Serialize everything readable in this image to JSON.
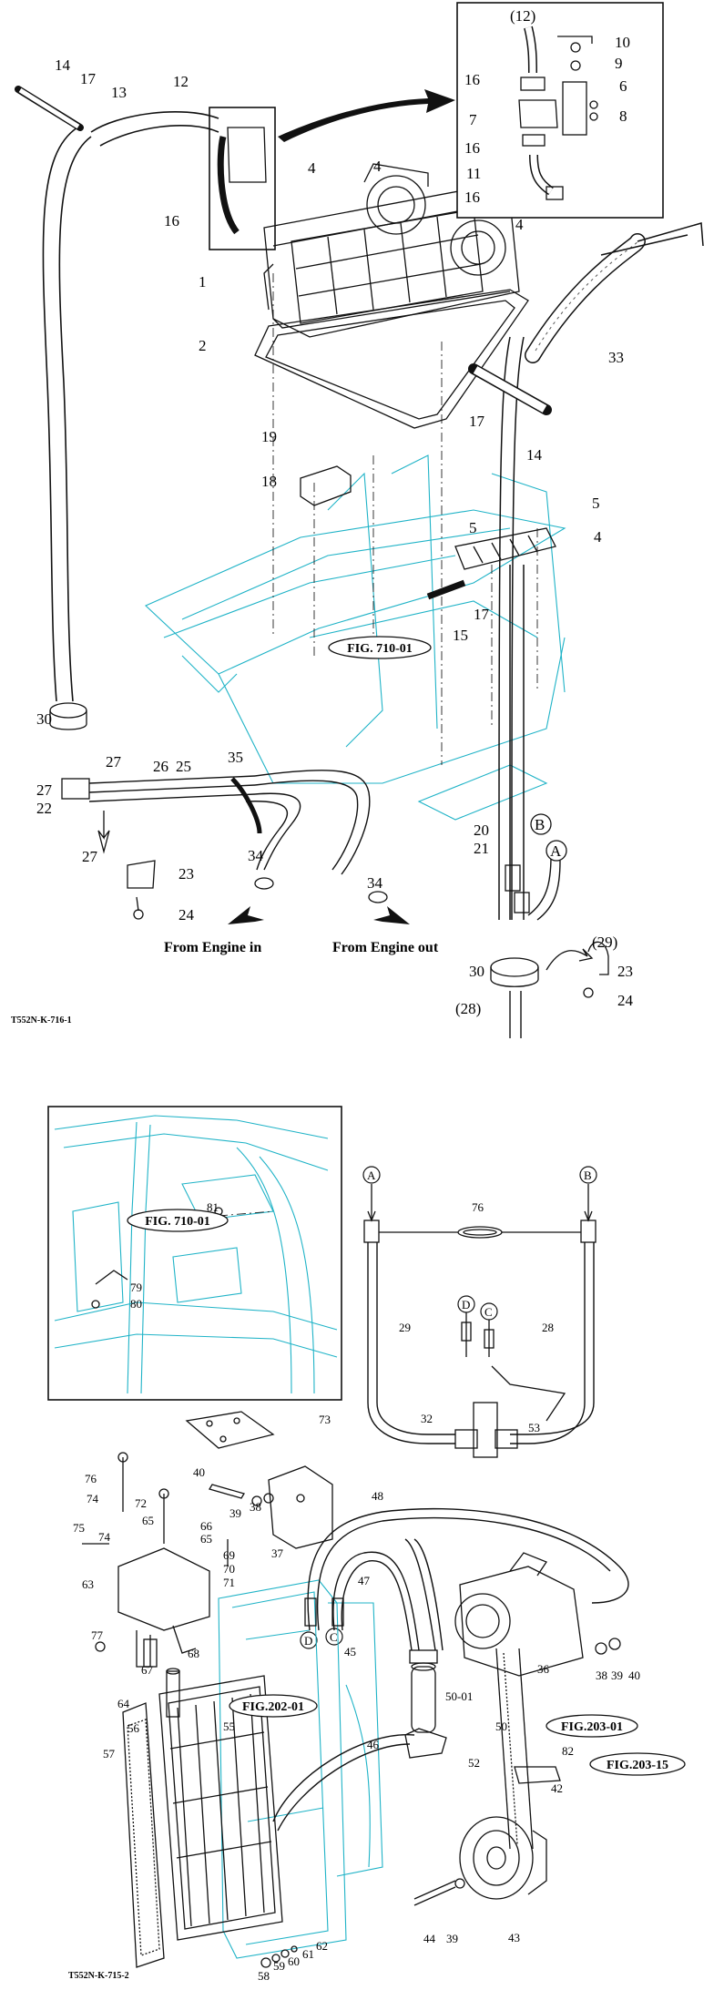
{
  "diagrams": {
    "top": {
      "code": "T552N-K-716-1",
      "figure_ref": "FIG. 710-01",
      "captions": {
        "engine_in": "From Engine in",
        "engine_out": "From Engine out"
      },
      "labels": {
        "n1": "1",
        "n2": "2",
        "n4a": "4",
        "n4b": "4",
        "n4c": "4",
        "n4d": "4",
        "n5a": "5",
        "n5b": "5",
        "n12": "12",
        "n13": "13",
        "n14a": "14",
        "n14b": "14",
        "n15": "15",
        "n16": "16",
        "n17a": "17",
        "n17b": "17",
        "n17c": "17",
        "n18": "18",
        "n19": "19",
        "n20": "20",
        "n21": "21",
        "n22": "22",
        "n23a": "23",
        "n23b": "23",
        "n24a": "24",
        "n24b": "24",
        "n25": "25",
        "n26": "26",
        "n27a": "27",
        "n27b": "27",
        "n27c": "27",
        "n28": "(28)",
        "n29": "(29)",
        "n30a": "30",
        "n30b": "30",
        "n33": "33",
        "n34a": "34",
        "n34b": "34",
        "n35": "35",
        "connA": "A",
        "connB": "B"
      },
      "inset": {
        "n12": "(12)",
        "n10": "10",
        "n9": "9",
        "n6": "6",
        "n8": "8",
        "n7": "7",
        "n16a": "16",
        "n16b": "16",
        "n16c": "16",
        "n11": "11"
      }
    },
    "bottom": {
      "code": "T552N-K-715-2",
      "figure_refs": {
        "f710": "FIG. 710-01",
        "f202": "FIG.202-01",
        "f203a": "FIG.203-01",
        "f203b": "FIG.203-15"
      },
      "inset": {
        "n81": "81",
        "n79": "79",
        "n80": "80"
      },
      "labels": {
        "cA": "A",
        "cB": "B",
        "cC1": "C",
        "cD1": "D",
        "cC2": "C",
        "cD2": "D",
        "n28": "28",
        "n29": "29",
        "n32": "32",
        "n53": "53",
        "n76a": "76",
        "n73": "73",
        "n40a": "40",
        "n39a": "39",
        "n38a": "38",
        "n37": "37",
        "n48": "48",
        "n47": "47",
        "n45": "45",
        "n76b": "76",
        "n74a": "74",
        "n72": "72",
        "n75": "75",
        "n74b": "74",
        "n65a": "65",
        "n66": "66",
        "n65b": "65",
        "n63": "63",
        "n69": "69",
        "n70": "70",
        "n71": "71",
        "n77": "77",
        "n67": "67",
        "n68": "68",
        "n64": "64",
        "n36": "36",
        "n38b": "38",
        "n39b": "39",
        "n40b": "40",
        "n50_01": "50-01",
        "n50": "50",
        "n82": "82",
        "n42": "42",
        "n46": "46",
        "n52": "52",
        "n56": "56",
        "n55": "55",
        "n57": "57",
        "n43": "43",
        "n44": "44",
        "n39c": "39",
        "n58": "58",
        "n59": "59",
        "n60": "60",
        "n61": "61",
        "n62": "62"
      }
    }
  }
}
